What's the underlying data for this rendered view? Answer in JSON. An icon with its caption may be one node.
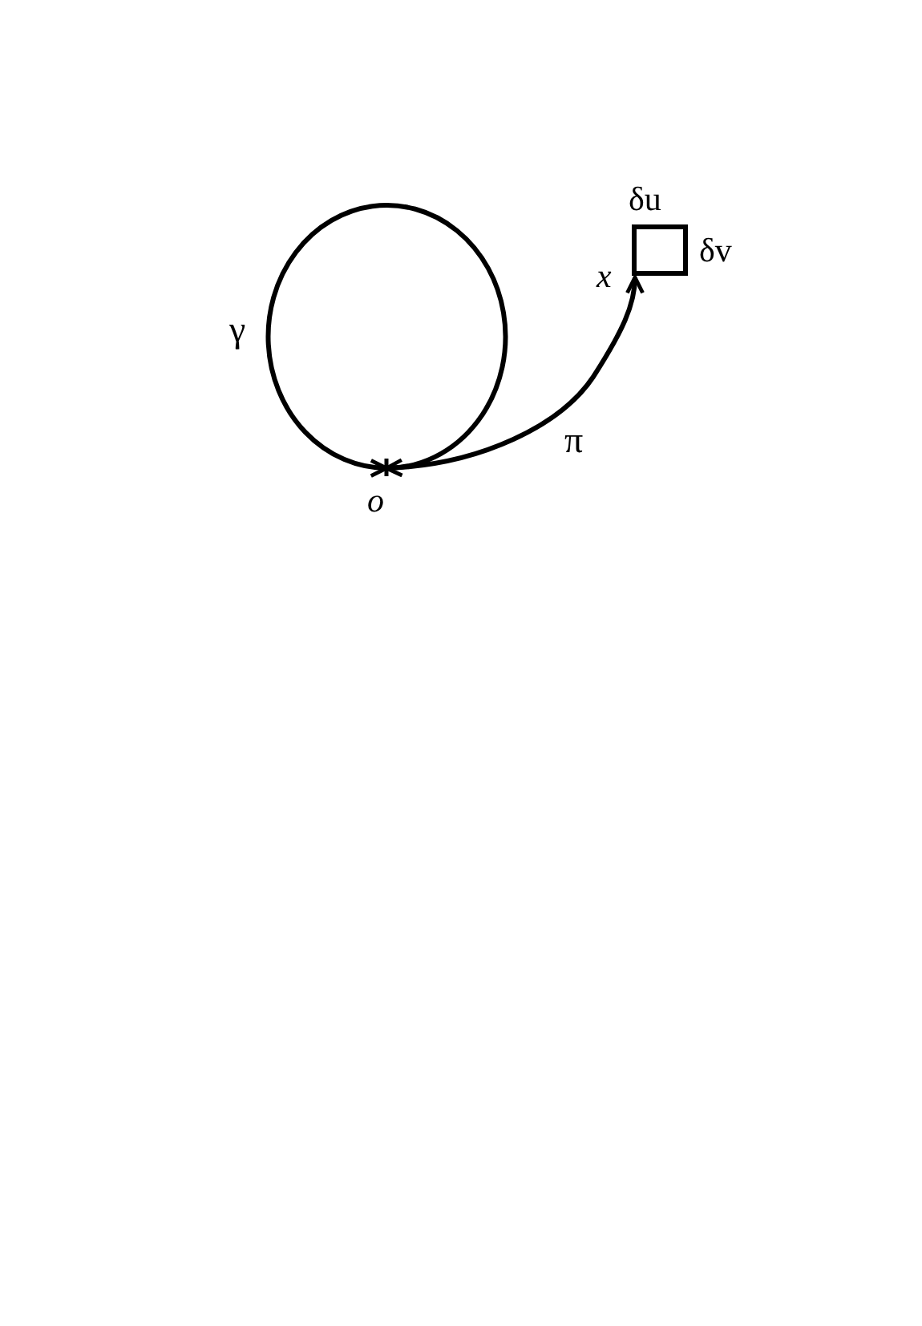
{
  "diagram": {
    "nodes": [
      {
        "text": [
          "o"
        ]
      },
      {
        "text": [
          "x"
        ]
      },
      {
        "text": [],
        "shape": "box",
        "beside": [
          "δu",
          "δv"
        ]
      }
    ],
    "edges": [
      {
        "from": 0,
        "to": 0,
        "arrow": "to",
        "label": "γ"
      },
      {
        "from": 0,
        "to": 1,
        "arrow": "both",
        "label": "π"
      }
    ]
  }
}
